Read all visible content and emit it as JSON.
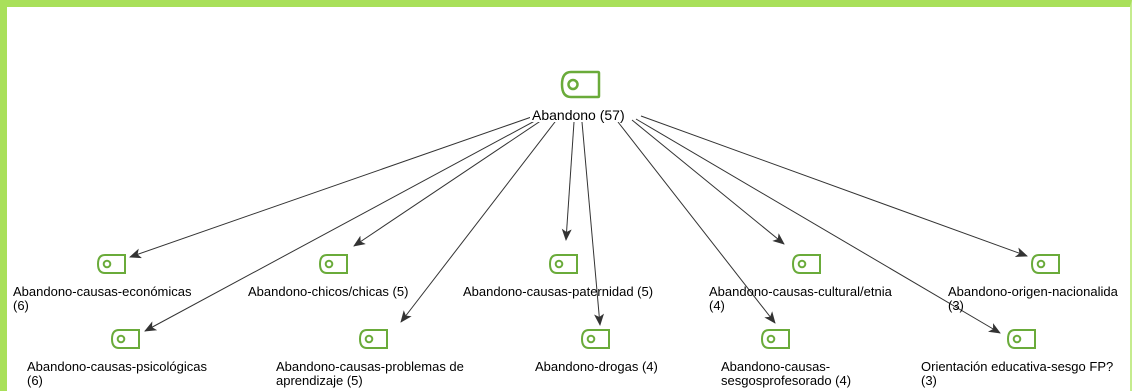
{
  "diagram": {
    "root": {
      "label": "Abandono (57)",
      "icon": "code-tag-icon"
    },
    "nodes": [
      {
        "id": "economicas",
        "label": "Abandono-causas-económicas\n(6)",
        "icon": "code-tag-icon"
      },
      {
        "id": "chicos",
        "label": "Abandono-chicos/chicas (5)",
        "icon": "code-tag-icon"
      },
      {
        "id": "paternidad",
        "label": "Abandono-causas-paternidad (5)",
        "icon": "code-tag-icon"
      },
      {
        "id": "cultural",
        "label": "Abandono-causas-cultural/etnia\n(4)",
        "icon": "code-tag-icon"
      },
      {
        "id": "origen",
        "label": "Abandono-origen-nacionalida\n(3)",
        "icon": "code-tag-icon"
      },
      {
        "id": "psicologicas",
        "label": "Abandono-causas-psicológicas\n(6)",
        "icon": "code-tag-icon"
      },
      {
        "id": "aprendizaje",
        "label": "Abandono-causas-problemas de\naprendizaje (5)",
        "icon": "code-tag-icon"
      },
      {
        "id": "drogas",
        "label": "Abandono-drogas (4)",
        "icon": "code-tag-icon"
      },
      {
        "id": "profesorado",
        "label": "Abandono-causas-\nsesgosprofesorado (4)",
        "icon": "code-tag-icon"
      },
      {
        "id": "orientacion",
        "label": "Orientación educativa-sesgo FP?\n(3)",
        "icon": "code-tag-icon"
      }
    ],
    "colors": {
      "accent": "#6aab3a",
      "frame": "#a9e05a",
      "edge": "#333333"
    }
  }
}
